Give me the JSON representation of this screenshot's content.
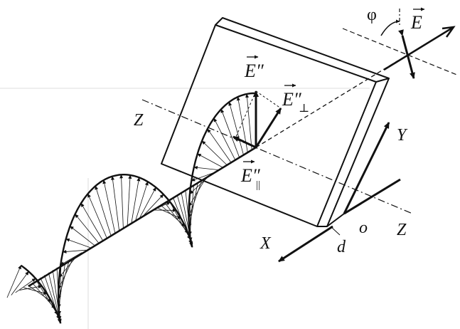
{
  "labels": {
    "phi": "φ",
    "E": "E",
    "E_dbl": "E″",
    "E_perp": "E″",
    "perp_sub": "⊥",
    "E_par": "E″",
    "par_sub": "||",
    "Z_left": "Z",
    "Z_right": "Z",
    "Y": "Y",
    "X": "X",
    "o": "o",
    "d": "d"
  },
  "colors": {
    "ink": "#111111",
    "paper": "#ffffff",
    "guide": "#dcdcdc"
  }
}
